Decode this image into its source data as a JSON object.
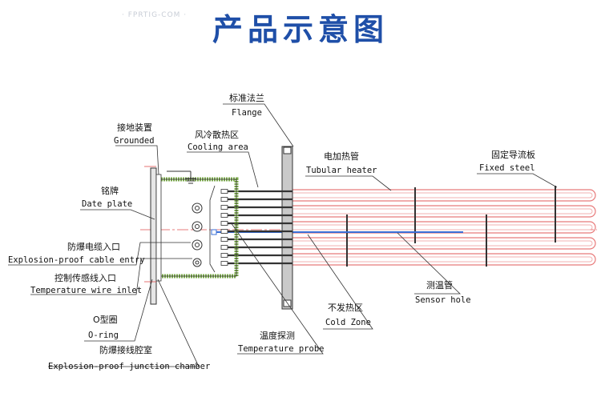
{
  "title": "产品示意图",
  "watermark": "· FPRTIG-COM ·",
  "labels": [
    {
      "id": "flange",
      "cn": "标准法兰",
      "en": "Flange"
    },
    {
      "id": "grounded",
      "cn": "接地装置",
      "en": "Grounded"
    },
    {
      "id": "cooling",
      "cn": "风冷散热区",
      "en": "Cooling area"
    },
    {
      "id": "heater",
      "cn": "电加热管",
      "en": "Tubular heater"
    },
    {
      "id": "fixed",
      "cn": "固定导流板",
      "en": "Fixed steel"
    },
    {
      "id": "plate",
      "cn": "铭牌",
      "en": "Date plate"
    },
    {
      "id": "cable",
      "cn": "防爆电缆入口",
      "en": "Explosion-proof cable entry"
    },
    {
      "id": "wire",
      "cn": "控制传感线入口",
      "en": "Temperature wire inlet"
    },
    {
      "id": "sensor",
      "cn": "测温管",
      "en": "Sensor hole"
    },
    {
      "id": "cold",
      "cn": "不发热区",
      "en": "Cold Zone"
    },
    {
      "id": "oring",
      "cn": "O型圈",
      "en": "O-ring"
    },
    {
      "id": "probe",
      "cn": "温度探测",
      "en": "Temperature probe"
    },
    {
      "id": "chamber",
      "cn": "防爆接线腔室",
      "en": "Explosion-proof junction chamber"
    }
  ],
  "colors": {
    "title": "#1f4fa8",
    "tube": "#e87a7a",
    "flange": "#c8c8c8",
    "chamber": "#7aa84a",
    "sensor": "#3a6fd6",
    "centerline": "#e05050"
  }
}
